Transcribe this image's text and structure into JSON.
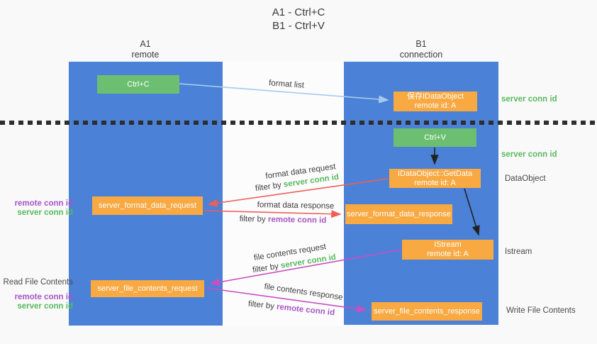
{
  "title": {
    "line1": "A1 - Ctrl+C",
    "line2": "B1 - Ctrl+V"
  },
  "columns": {
    "a1": {
      "header_line1": "A1",
      "header_line2": "remote"
    },
    "b1": {
      "header_line1": "B1",
      "header_line2": "connection"
    }
  },
  "nodes": {
    "ctrl_c": "Ctrl+C",
    "ctrl_v": "Ctrl+V",
    "save_idataobject_line1": "保存IDataObject",
    "save_idataobject_line2": "remote id: A",
    "getdata_line1": "IDataObject::GetData",
    "getdata_line2": "remote id: A",
    "istream_line1": "IStream",
    "istream_line2": "remote id: A",
    "format_request": "server_format_data_request",
    "format_response": "server_format_data_response",
    "file_request": "server_file_contents_request",
    "file_response": "server_file_contents_response"
  },
  "side_labels": {
    "server_conn_id": "server conn id",
    "remote_conn_id": "remote conn id",
    "dataobject": "DataObject",
    "istream": "Istream",
    "read_file_contents": "Read File Contents",
    "write_file_contents": "Write File Contents"
  },
  "arrow_labels": {
    "format_list": "format list",
    "format_data_request": "format data request",
    "format_data_response": "format data response",
    "file_contents_request": "file contents request",
    "file_contents_response": "file contents response",
    "filter_prefix": "filter by ",
    "server_conn_id": "server conn id",
    "remote_conn_id": "remote conn id"
  },
  "colors": {
    "column_blue": "#4b81d6",
    "box_green": "#6cbf70",
    "box_orange": "#f8a942",
    "label_green": "#58b95e",
    "label_purple": "#a855c6",
    "arrow_red": "#eb6059",
    "arrow_magenta": "#c750c3",
    "arrow_lightblue": "#a5cbef",
    "arrow_black": "#222222",
    "dotted_line": "#2e2e2e"
  }
}
